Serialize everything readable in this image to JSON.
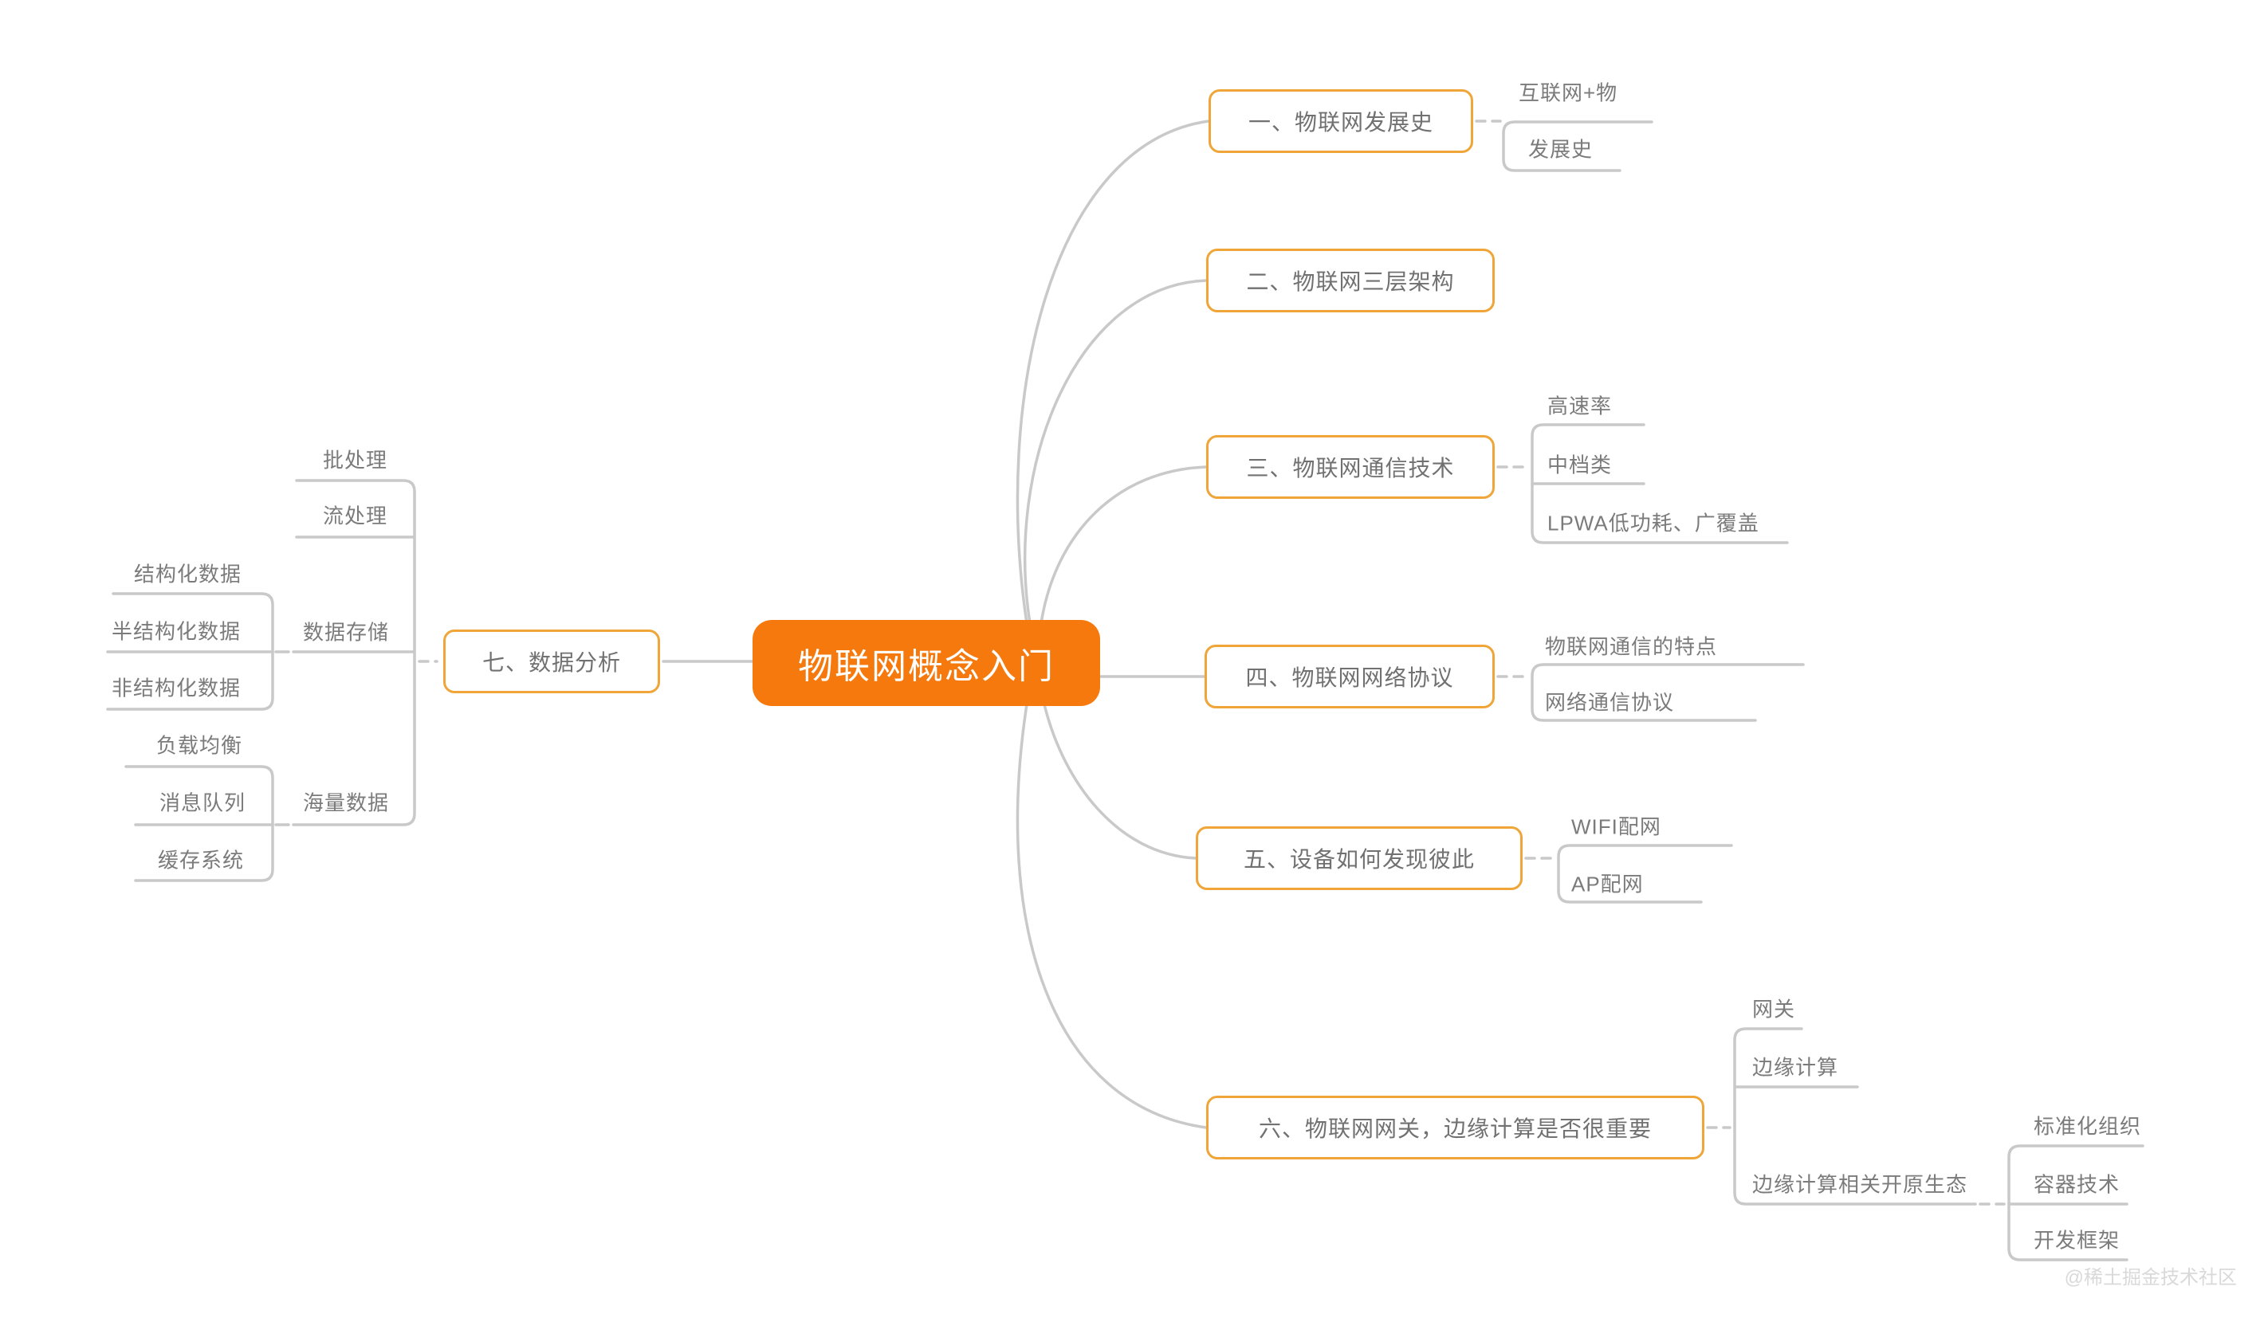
{
  "colors": {
    "root_fill": "#F5790D",
    "root_text": "#FFFFFF",
    "branch_border": "#EFA538",
    "branch_text": "#717171",
    "child_text": "#7B7B7B",
    "connector_line": "#C9C9C9",
    "watermark_text": "#D9D9D9",
    "background": "#FFFFFF"
  },
  "watermark": "@稀土掘金技术社区",
  "mindmap": {
    "root": {
      "label": "物联网概念入门"
    },
    "right_branches": [
      {
        "label": "一、物联网发展史",
        "children": [
          {
            "label": "互联网+物"
          },
          {
            "label": "发展史"
          }
        ]
      },
      {
        "label": "二、物联网三层架构",
        "children": []
      },
      {
        "label": "三、物联网通信技术",
        "children": [
          {
            "label": "高速率"
          },
          {
            "label": "中档类"
          },
          {
            "label": "LPWA低功耗、广覆盖"
          }
        ]
      },
      {
        "label": "四、物联网网络协议",
        "children": [
          {
            "label": "物联网通信的特点"
          },
          {
            "label": "网络通信协议"
          }
        ]
      },
      {
        "label": "五、设备如何发现彼此",
        "children": [
          {
            "label": "WIFI配网"
          },
          {
            "label": "AP配网"
          }
        ]
      },
      {
        "label": "六、物联网网关，边缘计算是否很重要",
        "children": [
          {
            "label": "网关"
          },
          {
            "label": "边缘计算"
          },
          {
            "label": "边缘计算相关开原生态",
            "children": [
              {
                "label": "标准化组织"
              },
              {
                "label": "容器技术"
              },
              {
                "label": "开发框架"
              }
            ]
          }
        ]
      }
    ],
    "left_branches": [
      {
        "label": "七、数据分析",
        "children": [
          {
            "label": "批处理"
          },
          {
            "label": "流处理"
          },
          {
            "label": "数据存储",
            "children": [
              {
                "label": "结构化数据"
              },
              {
                "label": "半结构化数据"
              },
              {
                "label": "非结构化数据"
              }
            ]
          },
          {
            "label": "海量数据",
            "children": [
              {
                "label": "负载均衡"
              },
              {
                "label": "消息队列"
              },
              {
                "label": "缓存系统"
              }
            ]
          }
        ]
      }
    ]
  }
}
